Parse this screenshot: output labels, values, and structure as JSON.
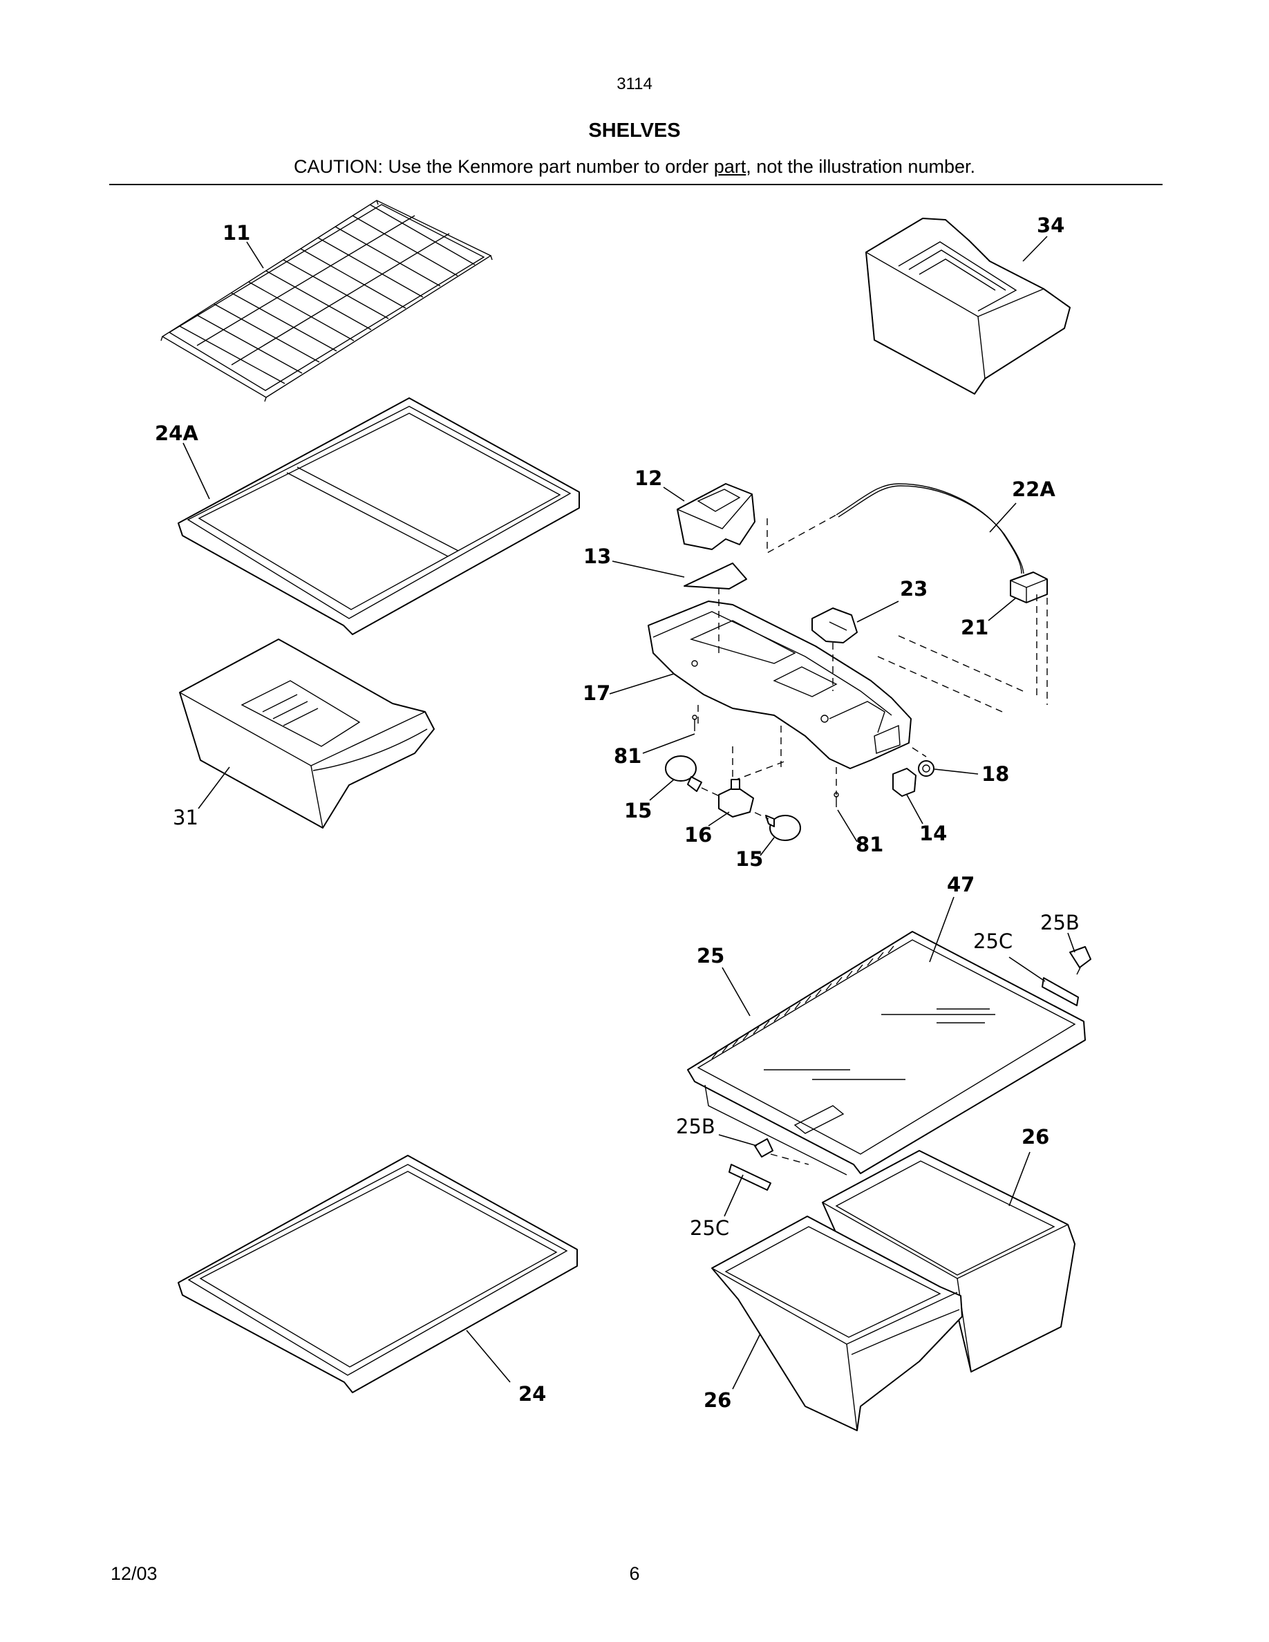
{
  "header": {
    "diagram_number": "3114",
    "title": "SHELVES",
    "caution_before": "CAUTION: Use the Kenmore part number to order ",
    "caution_underlined": "part",
    "caution_after": ", not the illustration number."
  },
  "footer": {
    "date": "12/03",
    "page": "6"
  },
  "callouts": {
    "c11": "11",
    "c34": "34",
    "c24A": "24A",
    "c12": "12",
    "c22A": "22A",
    "c13": "13",
    "c23": "23",
    "c21": "21",
    "c17": "17",
    "c81a": "81",
    "c18": "18",
    "c31": "31",
    "c15a": "15",
    "c16": "16",
    "c14": "14",
    "c15b": "15",
    "c81b": "81",
    "c47": "47",
    "c25B_top": "25B",
    "c25": "25",
    "c25C_top": "25C",
    "c25B_bottom": "25B",
    "c26_top": "26",
    "c25C_bottom": "25C",
    "c24": "24",
    "c26_bottom": "26"
  }
}
